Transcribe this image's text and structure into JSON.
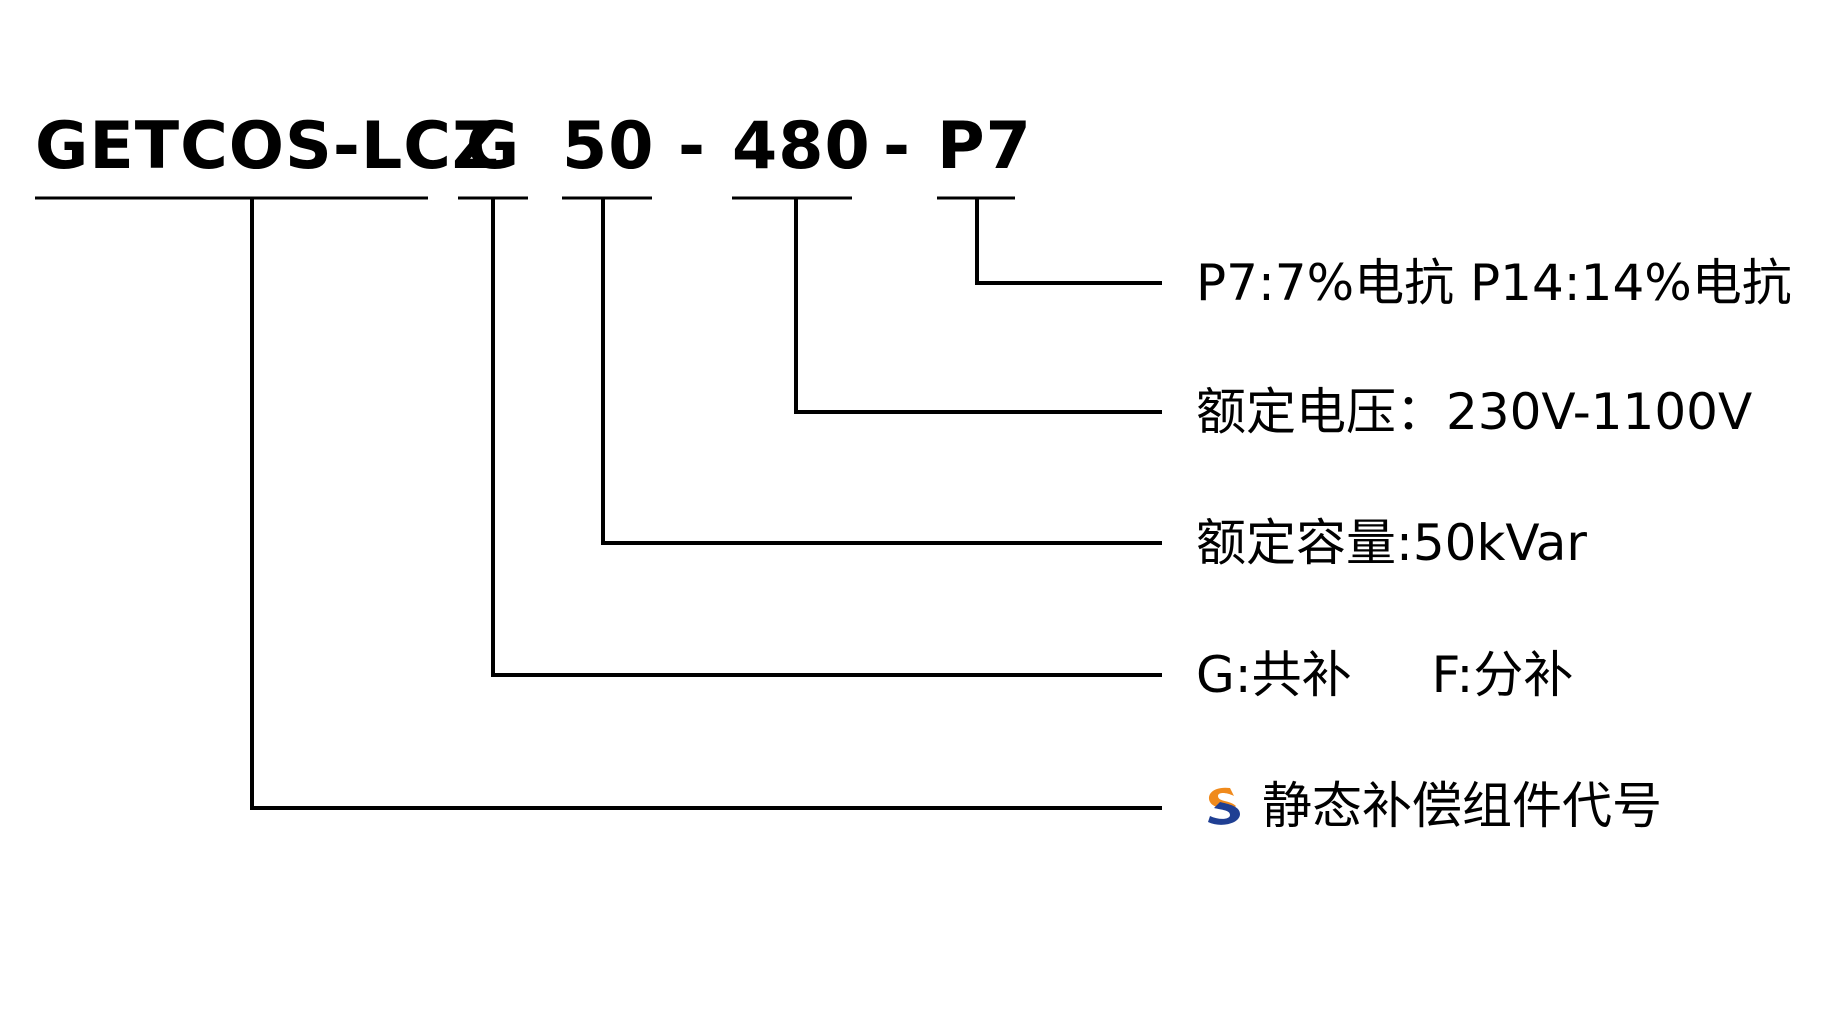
{
  "model_code": {
    "segments": [
      {
        "id": "series",
        "text": "GETCOS-LCZ"
      },
      {
        "id": "type",
        "text": "G"
      },
      {
        "id": "capacity",
        "text": "50"
      },
      {
        "id": "sep1",
        "text": "-"
      },
      {
        "id": "voltage",
        "text": "480"
      },
      {
        "id": "sep2",
        "text": "-"
      },
      {
        "id": "reactor",
        "text": "P7"
      }
    ]
  },
  "descriptions": {
    "reactor": "P7:7%电抗 P14:14%电抗",
    "voltage": "额定电压：230V-1100V",
    "capacity": "额定容量:50kVar",
    "type_g": "G:共补",
    "type_f": "F:分补",
    "series": "静态补偿组件代号"
  },
  "colors": {
    "line": "#000000",
    "logo_orange": "#f08a1c",
    "logo_blue": "#1f3f93"
  },
  "icons": {
    "series_logo": "s-logo-icon"
  }
}
